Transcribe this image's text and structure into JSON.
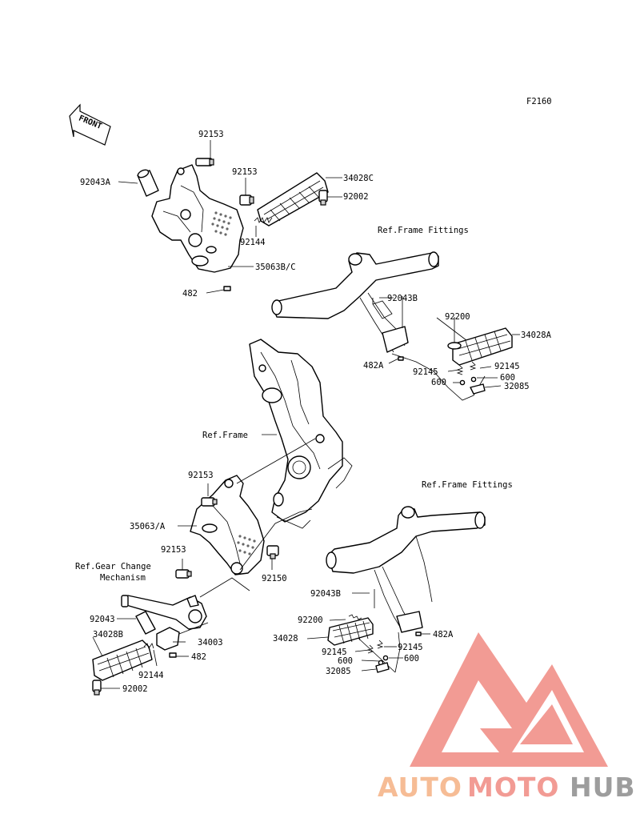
{
  "figure_code": "F2160",
  "front_arrow_label": "FRONT",
  "references": {
    "frame_fittings_upper": "Ref.Frame Fittings",
    "frame_fittings_lower": "Ref.Frame Fittings",
    "frame": "Ref.Frame",
    "gear_change_line1": "Ref.Gear Change",
    "gear_change_line2": "Mechanism"
  },
  "labels": {
    "p92153_a": "92153",
    "p92043a": "92043A",
    "p92153_b": "92153",
    "p34028c": "34028C",
    "p92002_a": "92002",
    "p92144_a": "92144",
    "p35063bc": "35063B/C",
    "p482_a": "482",
    "p92043b_a": "92043B",
    "p92200_a": "92200",
    "p34028a": "34028A",
    "p482a_a": "482A",
    "p92145_a": "92145",
    "p92145_b": "92145",
    "p600_a": "600",
    "p600_b": "600",
    "p32085_a": "32085",
    "p92153_c": "92153",
    "p35063a": "35063/A",
    "p92153_d": "92153",
    "p92150": "92150",
    "p92043": "92043",
    "p34028b": "34028B",
    "p34003": "34003",
    "p482_b": "482",
    "p92144_b": "92144",
    "p92002_b": "92002",
    "p92043b_b": "92043B",
    "p92200_b": "92200",
    "p34028": "34028",
    "p482a_b": "482A",
    "p92145_c": "92145",
    "p92145_d": "92145",
    "p600_c": "600",
    "p32085_b": "32085"
  },
  "watermark": {
    "part1": "AUTO",
    "part2": "MOTO",
    "part3": "HUB",
    "color_orange": "#f5b183",
    "color_red": "#f08a82",
    "color_grey": "#8c8c8c"
  }
}
